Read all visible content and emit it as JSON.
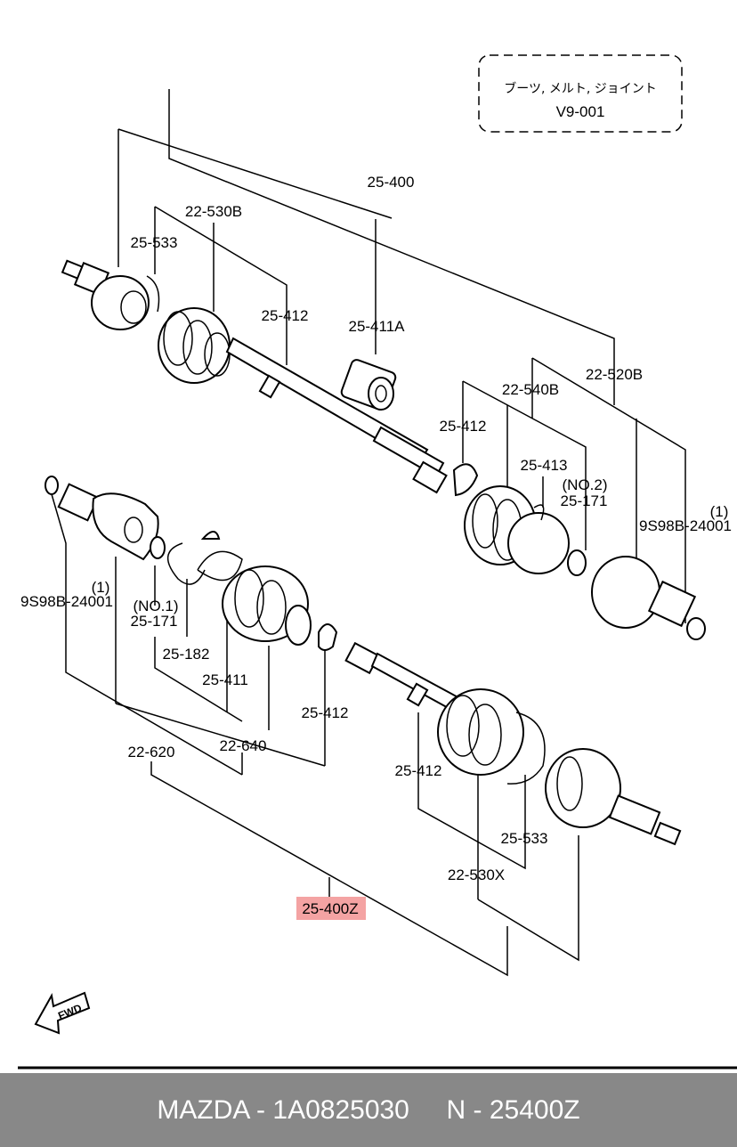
{
  "diagram": {
    "group_note": {
      "japanese": "ブーツ, メルト, ジョイント",
      "code": "V9-001"
    },
    "labels": {
      "assy_upper": "25-400",
      "boot_kit_upper_outer": "22-530B",
      "boot_upper_outer": "25-533",
      "band_upper_1": "25-412",
      "damper": "25-411A",
      "boot_kit_upper_inner_assy": "22-520B",
      "boot_kit_upper_inner": "22-540B",
      "band_upper_2": "25-412",
      "band_upper_3": "25-413",
      "clip_no2_tag": "(NO.2)",
      "clip_no2": "25-171",
      "snap_ring_right": "9S98B-24001",
      "snap_ring_right_qty": "(1)",
      "snap_ring_left_qty": "(1)",
      "snap_ring_left": "9S98B-24001",
      "clip_no1_tag": "(NO.1)",
      "clip_no1": "25-171",
      "ring": "25-182",
      "boot_lower_inner": "25-411",
      "band_lower_1": "25-412",
      "joint_kit": "22-620",
      "boot_kit_lower_inner": "22-640",
      "band_lower_2": "25-412",
      "boot_lower_outer": "25-533",
      "boot_kit_lower_outer": "22-530X",
      "assy_lower_highlight": "25-400Z"
    },
    "fwd_label": "FWD",
    "highlight_color": "#f4a3a3"
  },
  "footer": {
    "text": "MAZDA - 1A0825030     N - 25400Z",
    "background": "#888888",
    "color": "#ffffff"
  }
}
